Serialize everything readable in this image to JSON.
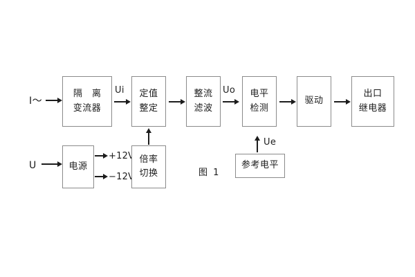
{
  "figure": {
    "caption": "图 1",
    "background_color": "#ffffff",
    "box_border_color": "#8a8a8a",
    "line_color": "#1c1c1c"
  },
  "inputs": [
    {
      "name": "current-input",
      "label": "I～"
    },
    {
      "name": "voltage-input",
      "label": "U"
    }
  ],
  "blocks": [
    {
      "name": "isolation-transformer",
      "line1": "隔 离",
      "line2": "变流器"
    },
    {
      "name": "setting-value",
      "line1": "定值",
      "line2": "整定"
    },
    {
      "name": "rectifier-filter",
      "line1": "整流",
      "line2": "滤波"
    },
    {
      "name": "level-detection",
      "line1": "电平",
      "line2": "检测"
    },
    {
      "name": "drive",
      "line1": "驱动",
      "line2": ""
    },
    {
      "name": "output-relay",
      "line1": "出口",
      "line2": "继电器"
    },
    {
      "name": "power-supply",
      "line1": "电源",
      "line2": ""
    },
    {
      "name": "multiplier-switch",
      "line1": "倍率",
      "line2": "切换"
    },
    {
      "name": "reference-level",
      "line1": "参考电平",
      "line2": ""
    }
  ],
  "signals": [
    {
      "name": "signal-ui",
      "label": "Ui"
    },
    {
      "name": "signal-uo",
      "label": "Uo"
    },
    {
      "name": "signal-ue",
      "label": "Ue"
    }
  ],
  "power_rails": [
    {
      "name": "rail-positive-12v",
      "label": "+12V"
    },
    {
      "name": "rail-negative-12v",
      "label": "−12V"
    }
  ]
}
